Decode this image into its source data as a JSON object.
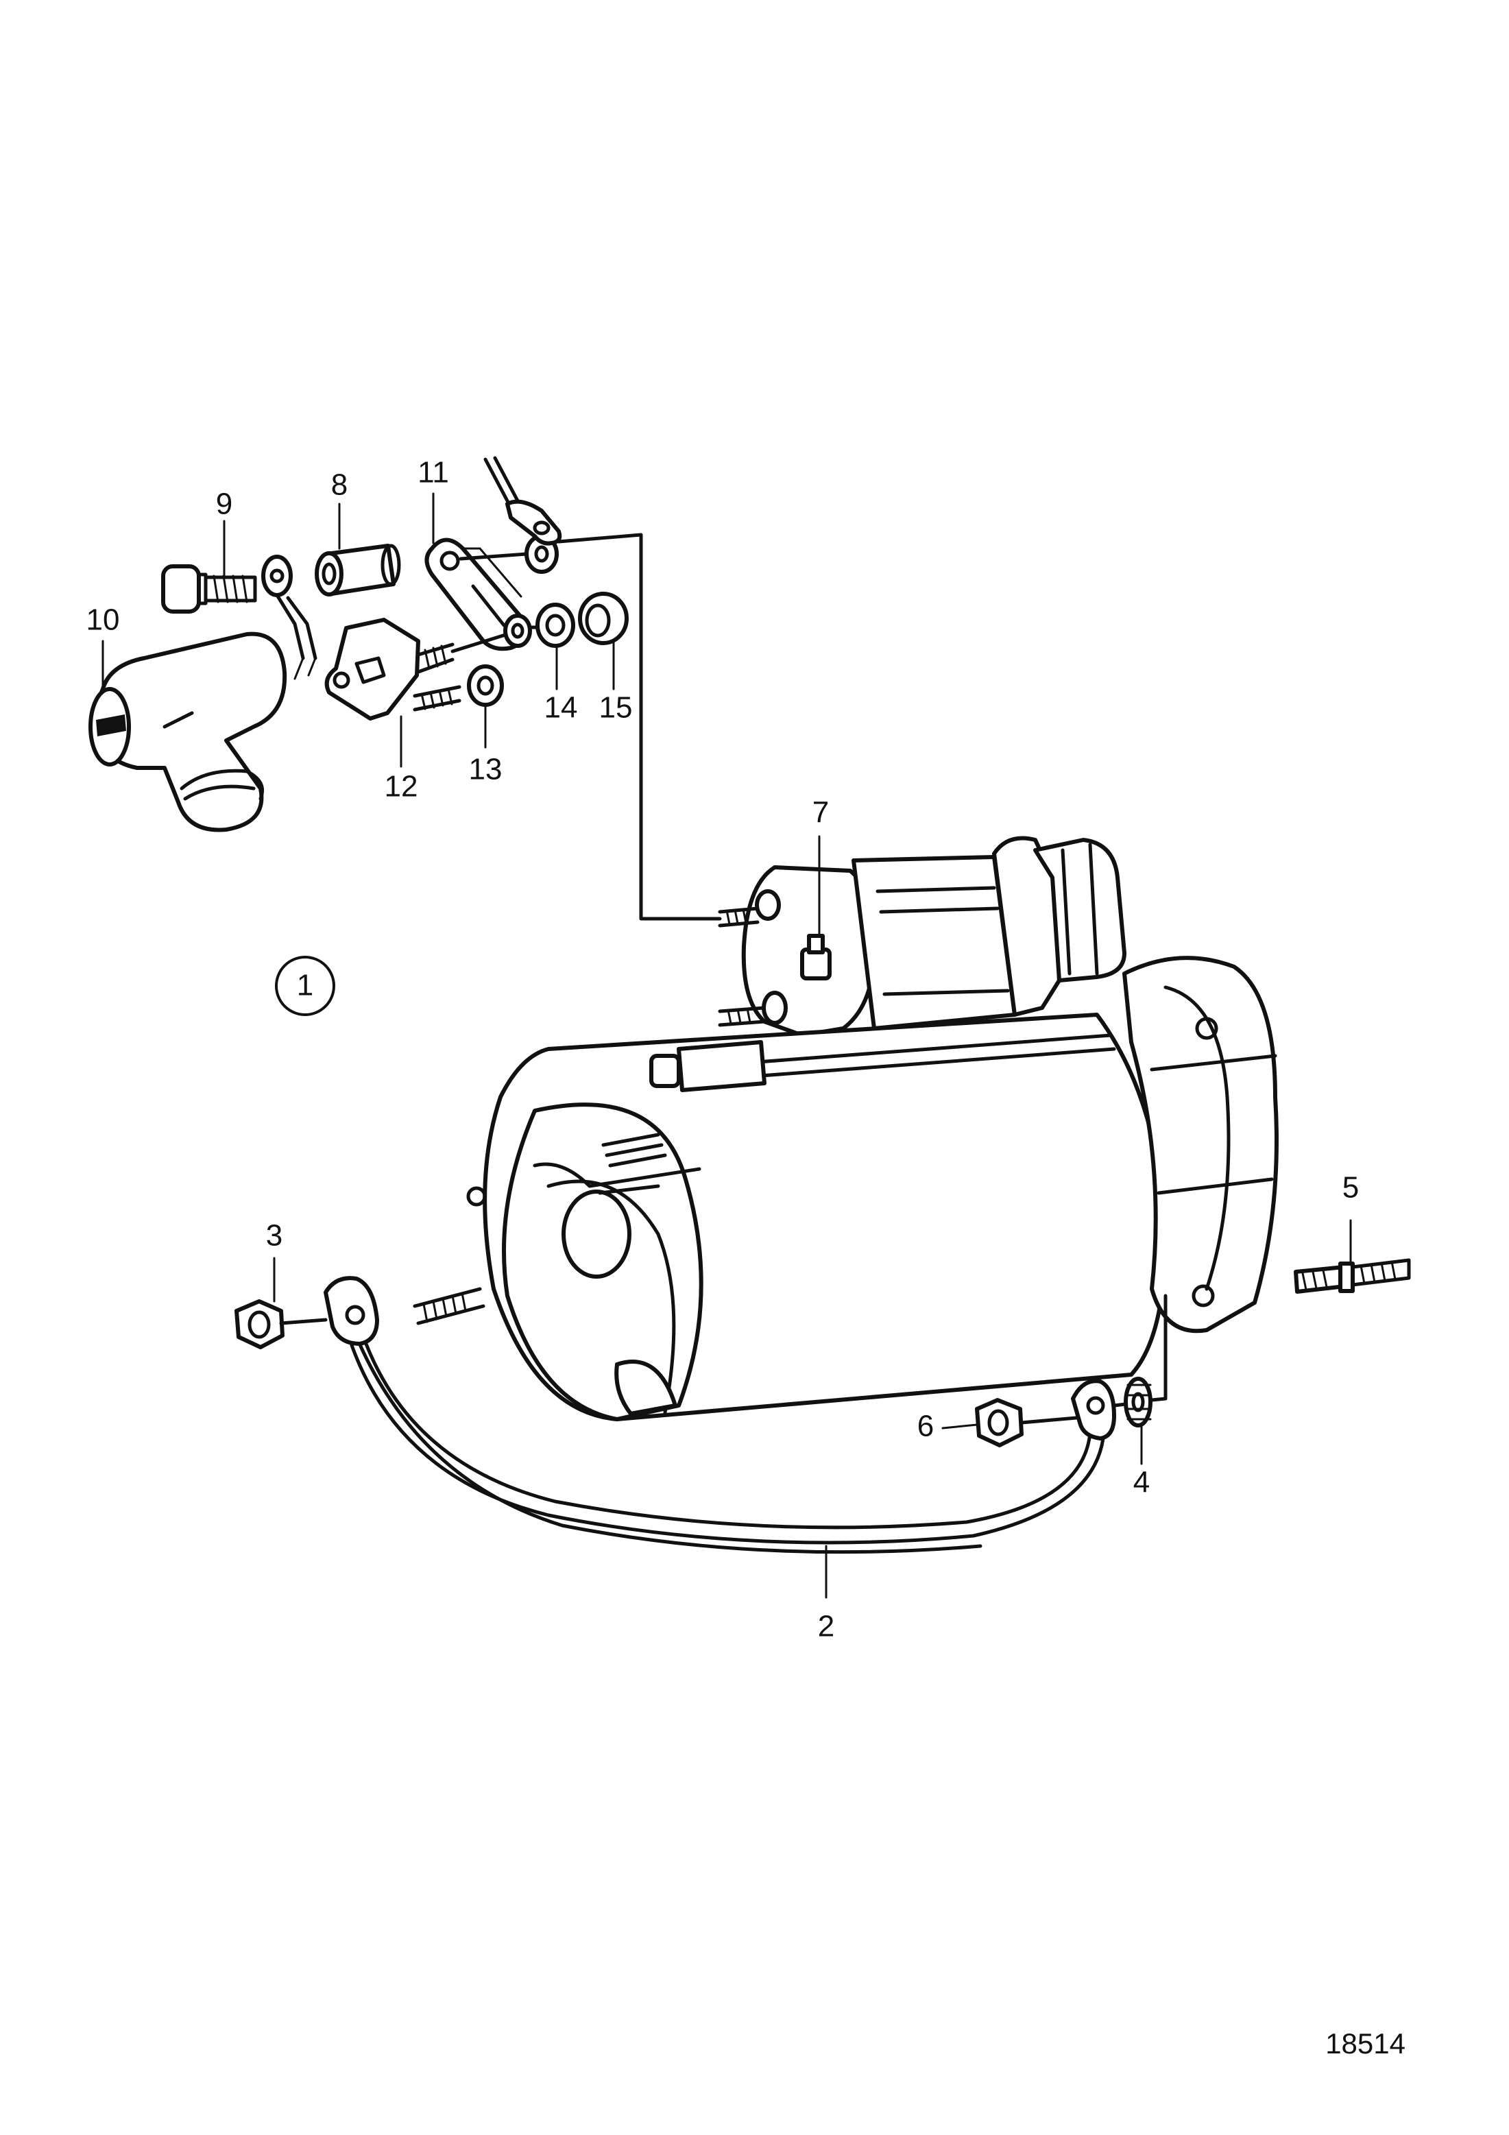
{
  "figure": {
    "reference_number": "18514",
    "group_label": "1"
  },
  "callouts": [
    {
      "id": "callout-1-circle",
      "label": "1"
    },
    {
      "id": "callout-2",
      "label": "2"
    },
    {
      "id": "callout-3",
      "label": "3"
    },
    {
      "id": "callout-4",
      "label": "4"
    },
    {
      "id": "callout-5",
      "label": "5"
    },
    {
      "id": "callout-6",
      "label": "6"
    },
    {
      "id": "callout-7",
      "label": "7"
    },
    {
      "id": "callout-8",
      "label": "8"
    },
    {
      "id": "callout-9",
      "label": "9"
    },
    {
      "id": "callout-10",
      "label": "10"
    },
    {
      "id": "callout-11",
      "label": "11"
    },
    {
      "id": "callout-12",
      "label": "12"
    },
    {
      "id": "callout-13",
      "label": "13"
    },
    {
      "id": "callout-14",
      "label": "14"
    },
    {
      "id": "callout-15",
      "label": "15"
    }
  ]
}
